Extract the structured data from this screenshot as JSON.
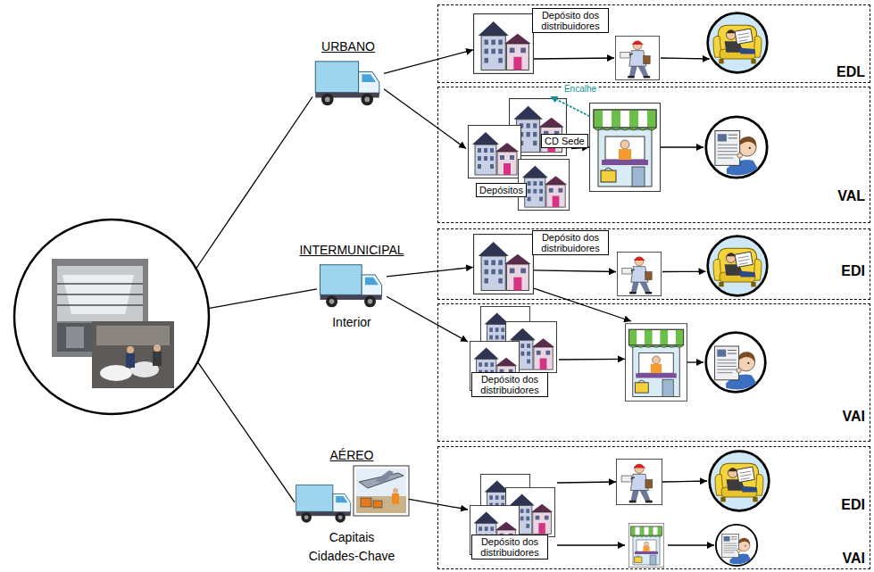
{
  "diagram": {
    "nodes": [
      {
        "text": []
      },
      {
        "text": [
          "URBANO"
        ]
      },
      {
        "text": [
          "INTERMUNICIPAL",
          "Interior"
        ]
      },
      {
        "text": [
          "AÉREO",
          "Capitais",
          "Cidades-Chave"
        ]
      },
      {
        "text": [
          "EDL"
        ]
      },
      {
        "text": [
          "Depósito dos distribuidores"
        ],
        "in": 4
      },
      {
        "text": [],
        "in": 4
      },
      {
        "text": [],
        "in": 4
      },
      {
        "text": [
          "VAL"
        ]
      },
      {
        "text": [
          "CD Sede",
          "Depósitos"
        ],
        "in": 8
      },
      {
        "text": [],
        "in": 8
      },
      {
        "text": [],
        "in": 8
      },
      {
        "text": [
          "EDI"
        ]
      },
      {
        "text": [
          "Depósito dos distribuidores"
        ],
        "in": 12
      },
      {
        "text": [],
        "in": 12
      },
      {
        "text": [],
        "in": 12
      },
      {
        "text": [
          "VAI"
        ]
      },
      {
        "text": [
          "Depósito dos distribuidores"
        ],
        "in": 16
      },
      {
        "text": [],
        "in": 16
      },
      {
        "text": [],
        "in": 16
      },
      {
        "text": [
          "EDI",
          "VAI"
        ]
      },
      {
        "text": [
          "Depósito dos distribuidores"
        ],
        "in": 20
      },
      {
        "text": [],
        "in": 20
      },
      {
        "text": [],
        "in": 20
      },
      {
        "text": [],
        "in": 20
      },
      {
        "text": [],
        "in": 20
      }
    ],
    "edges": [
      {
        "from": 0,
        "to": 1,
        "arrow": "none"
      },
      {
        "from": 0,
        "to": 2,
        "arrow": "none"
      },
      {
        "from": 0,
        "to": 3,
        "arrow": "none"
      },
      {
        "from": 1,
        "to": 5,
        "arrow": "to"
      },
      {
        "from": 1,
        "to": 9,
        "arrow": "to"
      },
      {
        "from": 5,
        "to": 6,
        "arrow": "to"
      },
      {
        "from": 6,
        "to": 7,
        "arrow": "to"
      },
      {
        "from": 9,
        "to": 10,
        "arrow": "to"
      },
      {
        "from": 10,
        "to": 11,
        "arrow": "to"
      },
      {
        "from": 10,
        "to": 9,
        "label": "Encalhe",
        "arrow": "to"
      },
      {
        "from": 2,
        "to": 13,
        "arrow": "to"
      },
      {
        "from": 2,
        "to": 17,
        "arrow": "to"
      },
      {
        "from": 13,
        "to": 14,
        "arrow": "to"
      },
      {
        "from": 14,
        "to": 15,
        "arrow": "to"
      },
      {
        "from": 13,
        "to": 18,
        "arrow": "to"
      },
      {
        "from": 17,
        "to": 18,
        "arrow": "to"
      },
      {
        "from": 18,
        "to": 19,
        "arrow": "to"
      },
      {
        "from": 3,
        "to": 21,
        "arrow": "to"
      },
      {
        "from": 21,
        "to": 22,
        "arrow": "to"
      },
      {
        "from": 22,
        "to": 23,
        "arrow": "to"
      },
      {
        "from": 21,
        "to": 24,
        "arrow": "to"
      },
      {
        "from": 24,
        "to": 25,
        "arrow": "to"
      }
    ]
  }
}
